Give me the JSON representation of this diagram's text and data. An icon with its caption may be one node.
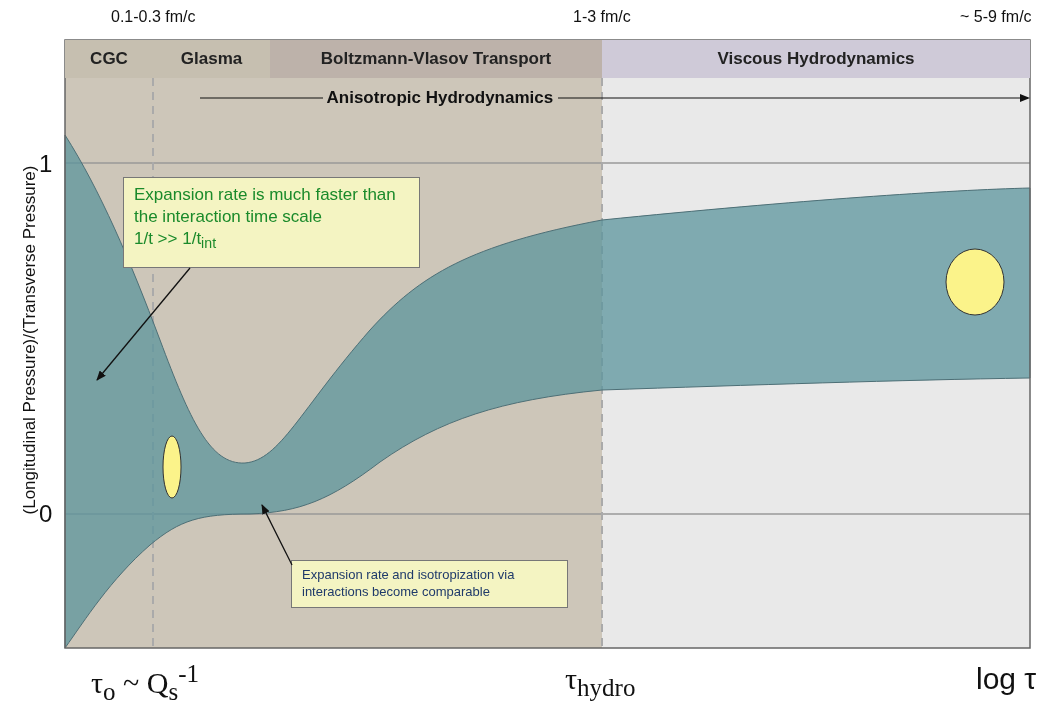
{
  "diagram": {
    "nodes": [
      {
        "text": [
          "CGC"
        ]
      },
      {
        "text": [
          "Glasma"
        ]
      },
      {
        "text": [
          "Boltzmann-Vlasov Transport"
        ]
      },
      {
        "text": [
          "Viscous Hydrodynamics"
        ]
      },
      {
        "text": [
          "Expansion rate is much faster than the interaction time scale",
          "1/t >> 1/t$_{int}$"
        ]
      },
      {
        "text": [
          "Expansion rate and isotropization via interactions become comparable"
        ]
      }
    ],
    "edges": [
      {
        "from": 4,
        "to": null,
        "arrow": "to"
      },
      {
        "from": 5,
        "to": null,
        "arrow": "to"
      }
    ],
    "labels": [
      "0.1-0.3 fm/c",
      "1-3 fm/c",
      "~ 5-9 fm/c",
      "Anisotropic Hydrodynamics",
      "(Longitudinal Pressure)/(Transverse Pressure)",
      "1",
      "0",
      "τ$_{o}$ ~ Q$_{s}$$^{-1}$",
      "τ$_{hydro}$",
      "log τ"
    ]
  }
}
